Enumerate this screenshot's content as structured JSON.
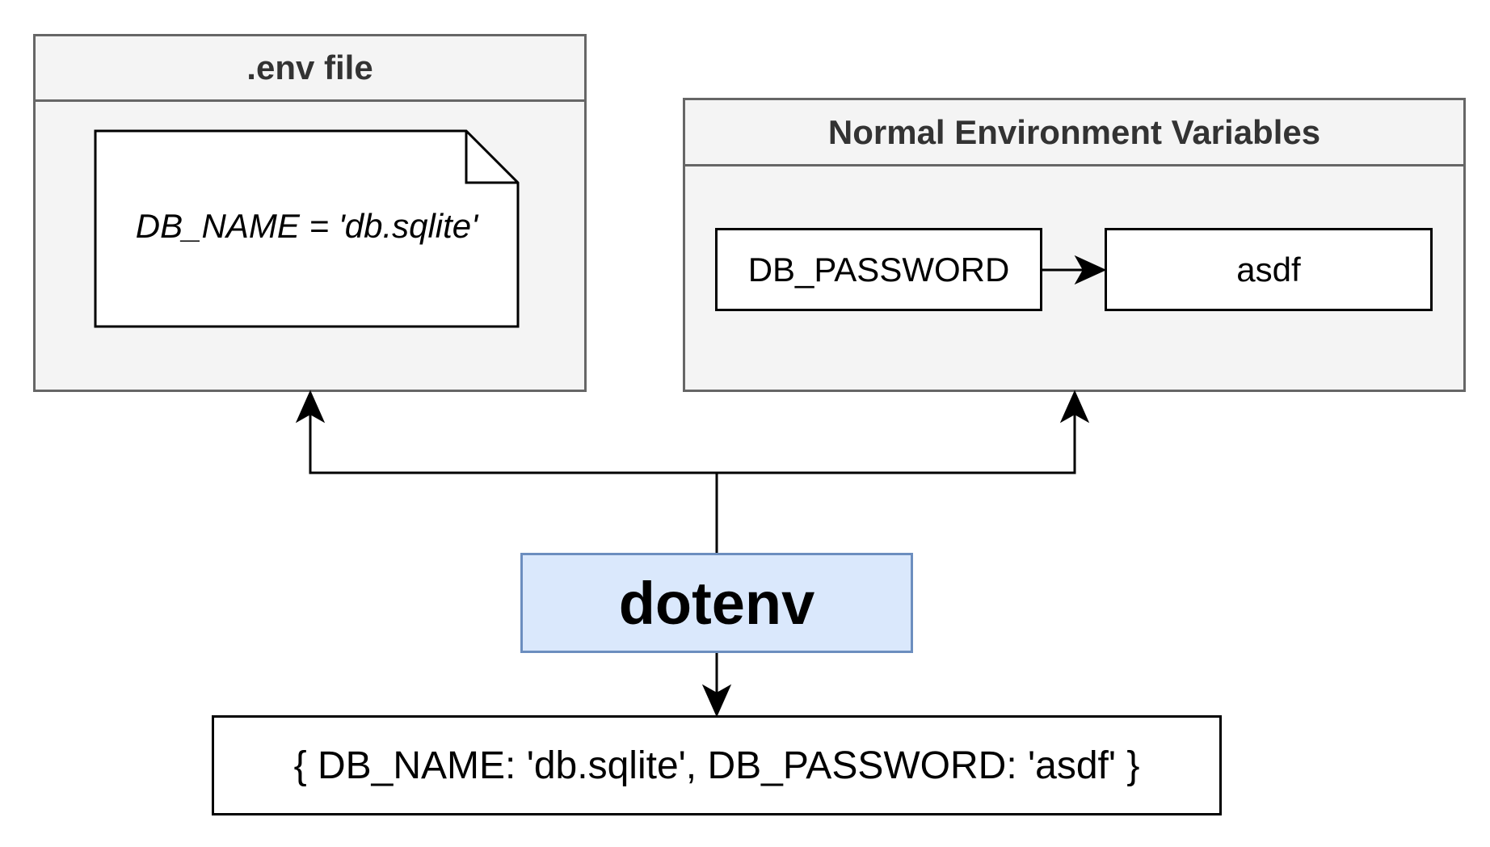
{
  "env_file": {
    "title": ".env file",
    "note_text": "DB_NAME = 'db.sqlite'"
  },
  "normal_env": {
    "title": "Normal Environment Variables",
    "key": "DB_PASSWORD",
    "value": "asdf"
  },
  "dotenv": {
    "label": "dotenv"
  },
  "result": {
    "text": "{ DB_NAME: 'db.sqlite', DB_PASSWORD: 'asdf' }"
  },
  "colors": {
    "container_fill": "#f4f4f4",
    "container_border": "#666666",
    "dotenv_fill": "#dae8fc",
    "dotenv_border": "#6c8ebf",
    "line": "#000000"
  }
}
